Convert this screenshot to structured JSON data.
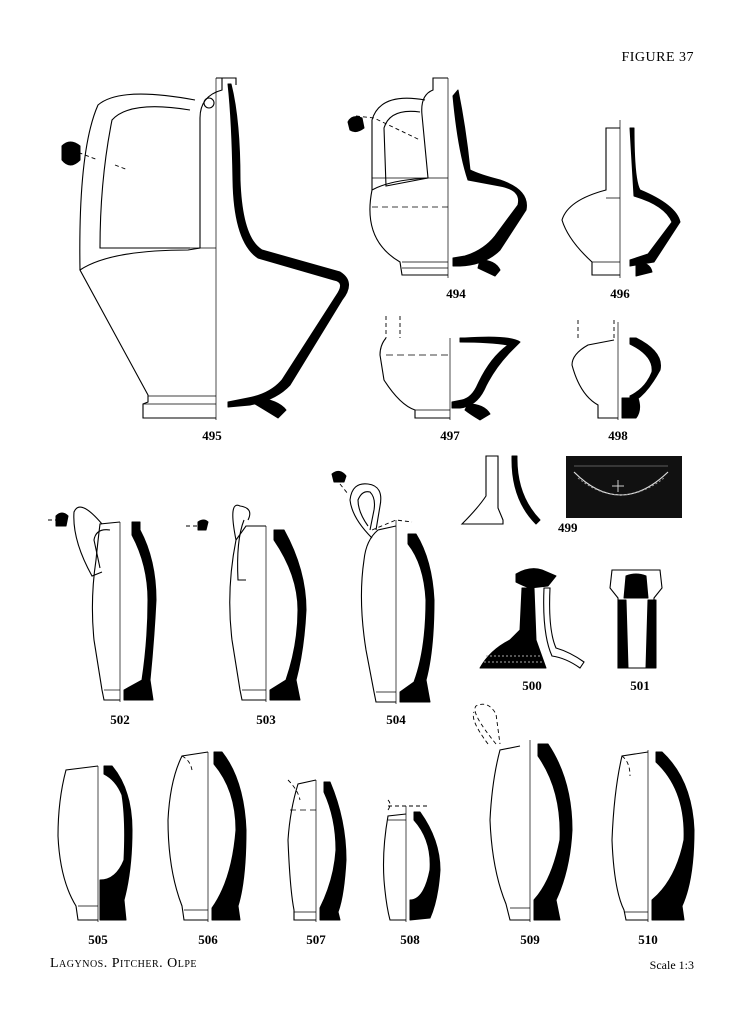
{
  "page": {
    "figure_label": "FIGURE 37",
    "caption": "Lagynos. Pitcher. Olpe",
    "scale": "Scale 1:3"
  },
  "catalogue": [
    {
      "number": "495"
    },
    {
      "number": "494"
    },
    {
      "number": "496"
    },
    {
      "number": "497"
    },
    {
      "number": "498"
    },
    {
      "number": "499"
    },
    {
      "number": "500"
    },
    {
      "number": "501"
    },
    {
      "number": "502"
    },
    {
      "number": "503"
    },
    {
      "number": "504"
    },
    {
      "number": "505"
    },
    {
      "number": "506"
    },
    {
      "number": "507"
    },
    {
      "number": "508"
    },
    {
      "number": "509"
    },
    {
      "number": "510"
    }
  ]
}
